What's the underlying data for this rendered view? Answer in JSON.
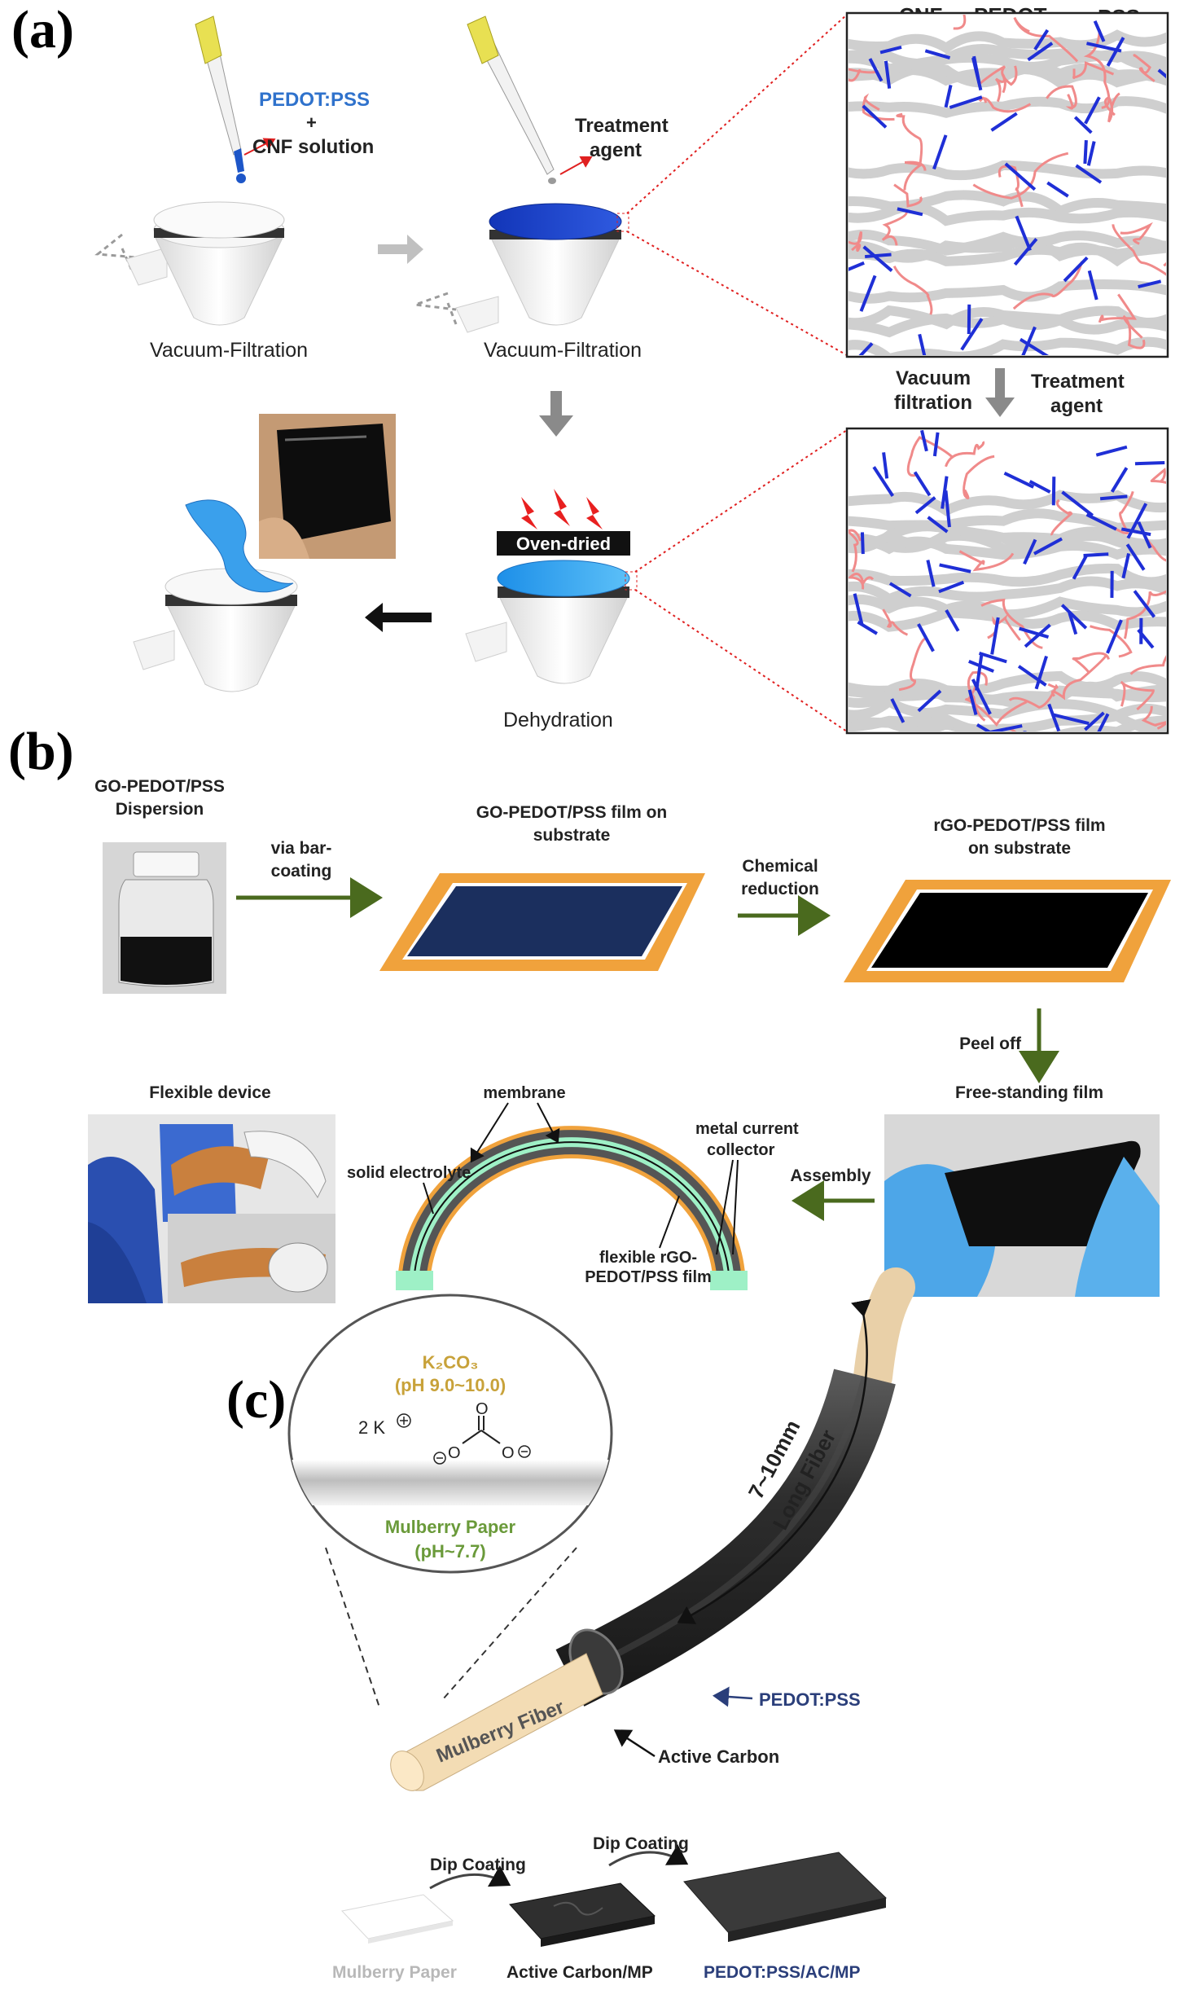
{
  "panel_a": {
    "label": "(a)",
    "legend": {
      "cnf": "CNF",
      "pedot": "PEDOT",
      "pss": "PSS"
    },
    "solution_line1": "PEDOT:PSS",
    "solution_line2": "+",
    "solution_line3": "CNF solution",
    "treatment_line1": "Treatment",
    "treatment_line2": "agent",
    "vacuum_filtration_1": "Vacuum-Filtration",
    "vacuum_filtration_2": "Vacuum-Filtration",
    "mid_vacuum_1": "Vacuum",
    "mid_vacuum_2": "filtration",
    "mid_treatment_1": "Treatment",
    "mid_treatment_2": "agent",
    "oven": "Oven-dried",
    "dehydration": "Dehydration",
    "colors": {
      "pedot": "#1f2fd6",
      "pss": "#f08a8a",
      "cnf": "#cfcfcf",
      "film": "#1a3fc4",
      "film_light": "#38a5f0"
    }
  },
  "panel_b": {
    "label": "(b)",
    "dispersion_1": "GO-PEDOT/PSS",
    "dispersion_2": "Dispersion",
    "bar_coating_1": "via bar-",
    "bar_coating_2": "coating",
    "go_film_1": "GO-PEDOT/PSS film on",
    "go_film_2": "substrate",
    "chemical_1": "Chemical",
    "chemical_2": "reduction",
    "rgo_film_1": "rGO-PEDOT/PSS film",
    "rgo_film_2": "on substrate",
    "peel_off": "Peel off",
    "free_standing": "Free-standing film",
    "assembly": "Assembly",
    "flexible_device": "Flexible device",
    "membrane": "membrane",
    "solid_electrolyte": "solid electrolyte",
    "metal_1": "metal current",
    "metal_2": "collector",
    "flex_film_1": "flexible rGO-",
    "flex_film_2": "PEDOT/PSS film",
    "colors": {
      "substrate": "#f0a23c",
      "go_film": "#1b2f5e",
      "rgo_film": "#000000",
      "arrow": "#4a6a1e",
      "electrolyte": "#9ef0c6"
    }
  },
  "panel_c": {
    "label": "(c)",
    "k2co3": "K₂CO₃",
    "ph_k2co3": "(pH 9.0~10.0)",
    "two_k": "2 K",
    "mulberry_paper_1": "Mulberry Paper",
    "mulberry_paper_2": "(pH~7.7)",
    "long_fiber_1": "7~10mm",
    "long_fiber_2": "Long Fiber",
    "pedot_pss": "PEDOT:PSS",
    "active_carbon": "Active Carbon",
    "mulberry_fiber": "Mulberry Fiber",
    "dip_coating_1": "Dip Coating",
    "dip_coating_2": "Dip Coating",
    "sheet_mp": "Mulberry Paper",
    "sheet_ac": "Active Carbon/MP",
    "sheet_pedot": "PEDOT:PSS/AC/MP",
    "colors": {
      "k2co3": "#c8a23a",
      "mulberry": "#6a9a3a",
      "pedot": "#2a3e7a",
      "fiber": "#f3dcb4"
    }
  }
}
